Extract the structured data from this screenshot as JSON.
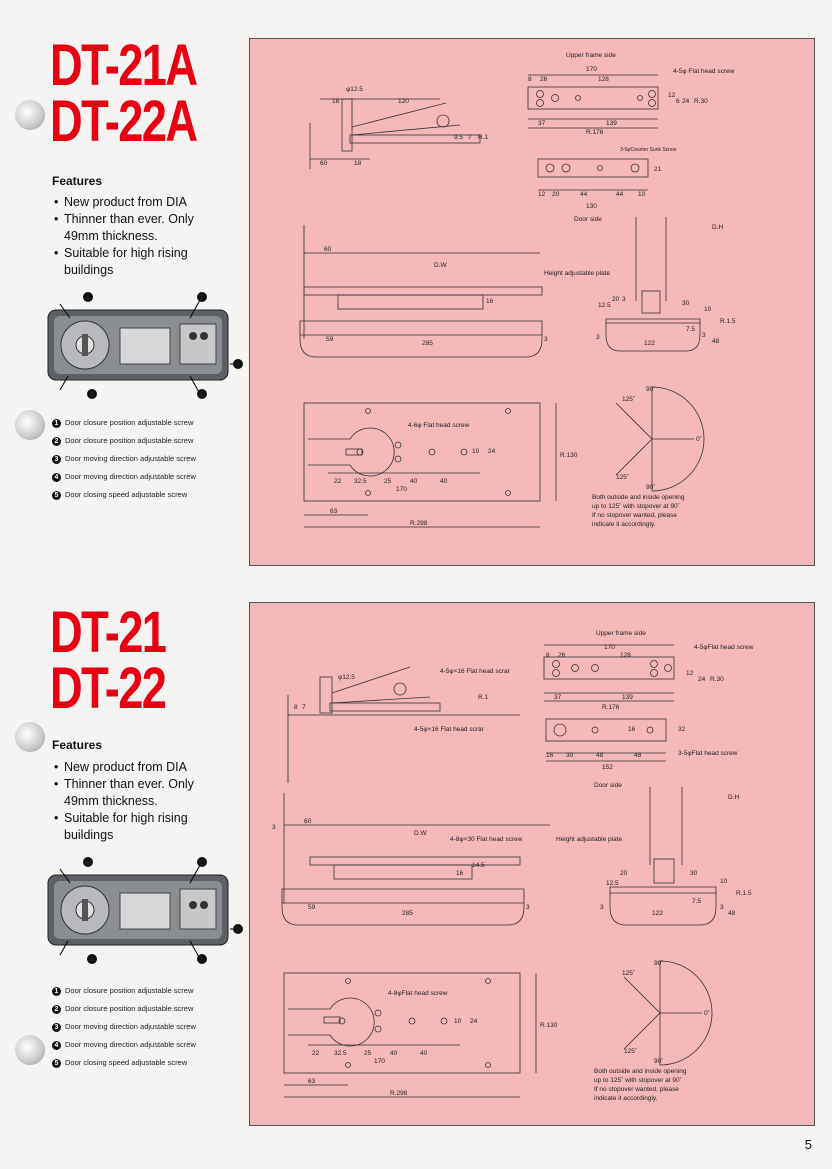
{
  "page_number": "5",
  "sections": [
    {
      "title_line1": "DT-21A",
      "title_line2": "DT-22A",
      "features_heading": "Features",
      "features": [
        "New product from DIA",
        "Thinner than ever. Only 49mm thickness.",
        "Suitable for high rising buildings"
      ],
      "callouts": [
        "1",
        "2",
        "3",
        "4",
        "5"
      ],
      "legend": [
        "Door closure position adjustable screw",
        "Door closure position adjustable screw",
        "Door moving direction adjustable screw",
        "Door moving direction adjustable screw",
        "Door closing speed adjustable screw"
      ],
      "drawing": {
        "upper_frame_side": "Upper frame side",
        "flat_head_screw_top": "4-5φ Flat head screw",
        "dim_170": "170",
        "dim_8": "8",
        "dim_26": "26",
        "dim_128": "128",
        "dim_37": "37",
        "dim_139": "139",
        "dim_r176": "R.176",
        "dim_12": "12",
        "dim_6": "6",
        "dim_24": "24",
        "dim_r30": "R.30",
        "phi125": "φ12.5",
        "dim_18": "18",
        "dim_120": "120",
        "dim_60": "60",
        "dim_18b": "18",
        "dim_95": "9.5",
        "dim_7": "7",
        "dim_r1": "R.1",
        "counter_sunk": "3-5φCounter Sunk Screw",
        "dim_21": "21",
        "dim_12b": "12",
        "dim_20": "20",
        "dim_44a": "44",
        "dim_44b": "44",
        "dim_10": "10",
        "dim_130": "130",
        "door_side": "Door side",
        "dh": "D.H",
        "height_adj_plate": "Height adjustable plate",
        "dw": "D.W",
        "dim_60b": "60",
        "dim_16": "16",
        "dim_59": "59",
        "dim_285": "285",
        "dim_3": "3",
        "dim_125": "12.5",
        "dim_20b": "20",
        "dim_3b": "3",
        "dim_30": "30",
        "dim_122": "122",
        "dim_10b": "10",
        "dim_r15": "R.1.5",
        "dim_75": "7.5",
        "dim_3c": "3",
        "dim_48": "48",
        "dim_3d": "3",
        "flat_head_screw_plan": "4-6φ Flat head screw",
        "dim_22": "22",
        "dim_325": "32.5",
        "dim_25": "25",
        "dim_40a": "40",
        "dim_40b": "40",
        "dim_170b": "170",
        "dim_10c": "10",
        "dim_24b": "24",
        "dim_r130": "R.130",
        "dim_63": "63",
        "dim_r298": "R.298",
        "angle_125a": "125˚",
        "angle_90a": "90˚",
        "angle_0": "0˚",
        "angle_125b": "125˚",
        "angle_90b": "90˚",
        "note": [
          "Both outside and inside opening",
          "up to 125˚ with stopover at 90˚",
          "If no stopover wanted, please",
          "indicate it accordingly."
        ]
      }
    },
    {
      "title_line1": "DT-21",
      "title_line2": "DT-22",
      "features_heading": "Features",
      "features": [
        "New product from DIA",
        "Thinner than ever. Only 49mm thickness.",
        "Suitable for high rising buildings"
      ],
      "callouts": [
        "1",
        "2",
        "3",
        "4",
        "5"
      ],
      "legend": [
        "Door closure position adjustable screw",
        "Door closure position adjustable screw",
        "Door moving direction adjustable screw",
        "Door moving direction adjustable screw",
        "Door closing speed adjustable screw"
      ],
      "drawing": {
        "upper_frame_side": "Upper frame side",
        "flat_head_screw_top": "4-5φFlat head screw",
        "dim_170": "170",
        "dim_8": "8",
        "dim_26": "26",
        "dim_128": "128",
        "dim_37": "37",
        "dim_139": "139",
        "dim_r176": "R.176",
        "dim_12": "12",
        "dim_24": "24",
        "dim_r30": "R.30",
        "phi125": "φ12.5",
        "screw_16a": "4-5φ×16 Flat head scrar",
        "screw_16b": "4-5φ×16 Flat head scrar",
        "dim_r1": "R.1",
        "dim_8b": "8",
        "dim_7": "7",
        "dim_16": "16",
        "dim_32": "32",
        "dim_16b": "16",
        "dim_30a": "30",
        "dim_48a": "48",
        "dim_48b": "48",
        "dim_152": "152",
        "flat_head_screw_small": "3-5φFlat head screw",
        "door_side": "Door side",
        "dh": "D.H",
        "dim_60": "60",
        "dim_3": "3",
        "dw": "D.W",
        "screw_30": "4-8φ×30 Flat head screw",
        "height_adj_plate": "Height adjustable plate",
        "dim_16c": "16",
        "dim_145": "14.5",
        "dim_59": "59",
        "dim_285": "285",
        "dim_3b": "3",
        "dim_125": "12.5",
        "dim_20": "20",
        "dim_30": "30",
        "dim_10": "10",
        "dim_r15": "R.1.5",
        "dim_3c": "3",
        "dim_122": "122",
        "dim_75": "7.5",
        "dim_3d": "3",
        "dim_48": "48",
        "flat_head_screw_plan": "4-8φFlat head screw",
        "dim_22": "22",
        "dim_325": "32.5",
        "dim_25": "25",
        "dim_40a": "40",
        "dim_40b": "40",
        "dim_170b": "170",
        "dim_10c": "10",
        "dim_24b": "24",
        "dim_r130": "R.130",
        "dim_63": "63",
        "dim_r298": "R.298",
        "angle_125a": "125˚",
        "angle_90a": "90˚",
        "angle_0": "0˚",
        "angle_125b": "125˚",
        "angle_90b": "90˚",
        "note": [
          "Both outside and inside opening",
          "up to 125˚ with stopover at 90˚",
          "If no stopover wanted, please",
          "indicate it accordingly."
        ]
      }
    }
  ]
}
